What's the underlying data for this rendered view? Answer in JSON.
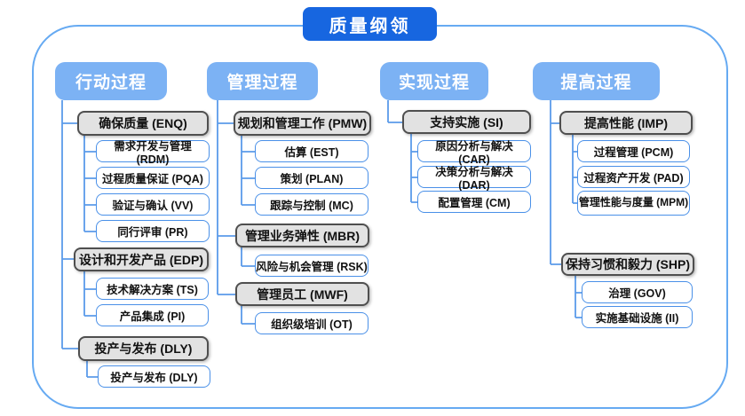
{
  "title": "质量纲领",
  "colors": {
    "title_bg": "#1766e0",
    "column_header_bg": "#7cb2f4",
    "group_bg": "#e2e2e2",
    "group_border": "#4f4f4f",
    "leaf_border": "#4a90e8",
    "connector": "#5b9bea",
    "frame_border": "#66aaf2"
  },
  "columns": [
    {
      "header": "行动过程",
      "groups": [
        {
          "label": "确保质量 (ENQ)",
          "children": [
            "需求开发与管理 (RDM)",
            "过程质量保证 (PQA)",
            "验证与确认 (VV)",
            "同行评审 (PR)"
          ]
        },
        {
          "label": "设计和开发产品 (EDP)",
          "children": [
            "技术解决方案 (TS)",
            "产品集成 (PI)"
          ]
        },
        {
          "label": "投产与发布 (DLY)",
          "children": [
            "投产与发布 (DLY)"
          ]
        }
      ]
    },
    {
      "header": "管理过程",
      "groups": [
        {
          "label": "规划和管理工作 (PMW)",
          "children": [
            "估算 (EST)",
            "策划 (PLAN)",
            "跟踪与控制 (MC)"
          ]
        },
        {
          "label": "管理业务弹性 (MBR)",
          "children": [
            "风险与机会管理 (RSK)"
          ]
        },
        {
          "label": "管理员工 (MWF)",
          "children": [
            "组织级培训 (OT)"
          ]
        }
      ]
    },
    {
      "header": "实现过程",
      "groups": [
        {
          "label": "支持实施 (SI)",
          "children": [
            "原因分析与解决 (CAR)",
            "决策分析与解决 (DAR)",
            "配置管理 (CM)"
          ]
        }
      ]
    },
    {
      "header": "提高过程",
      "groups": [
        {
          "label": "提高性能 (IMP)",
          "children": [
            "过程管理 (PCM)",
            "过程资产开发 (PAD)",
            "管理性能与度量 (MPM)"
          ]
        },
        {
          "label": "保持习惯和毅力 (SHP)",
          "children": [
            "治理 (GOV)",
            "实施基础设施 (II)"
          ]
        }
      ]
    }
  ]
}
